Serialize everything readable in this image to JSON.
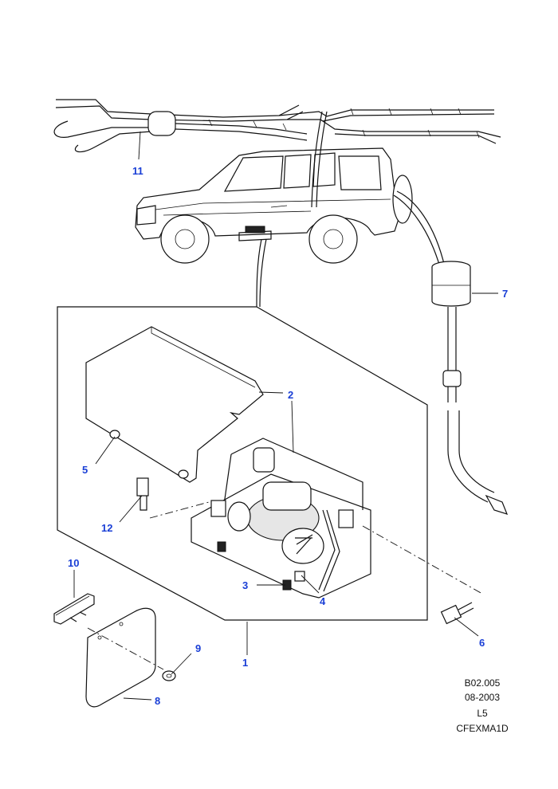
{
  "callouts": [
    {
      "id": "1",
      "label": "1"
    },
    {
      "id": "2",
      "label": "2"
    },
    {
      "id": "3",
      "label": "3"
    },
    {
      "id": "4",
      "label": "4"
    },
    {
      "id": "5",
      "label": "5"
    },
    {
      "id": "6",
      "label": "6"
    },
    {
      "id": "7",
      "label": "7"
    },
    {
      "id": "8",
      "label": "8"
    },
    {
      "id": "9",
      "label": "9"
    },
    {
      "id": "10",
      "label": "10"
    },
    {
      "id": "11",
      "label": "11"
    },
    {
      "id": "12",
      "label": "12"
    }
  ],
  "footer": {
    "diagram_code": "B02.005",
    "date": "08-2003",
    "model": "L5",
    "catalog_ref": "CFEXMA1D"
  },
  "colors": {
    "callout": "#1a3fd6",
    "line": "#111111",
    "background": "#ffffff"
  }
}
